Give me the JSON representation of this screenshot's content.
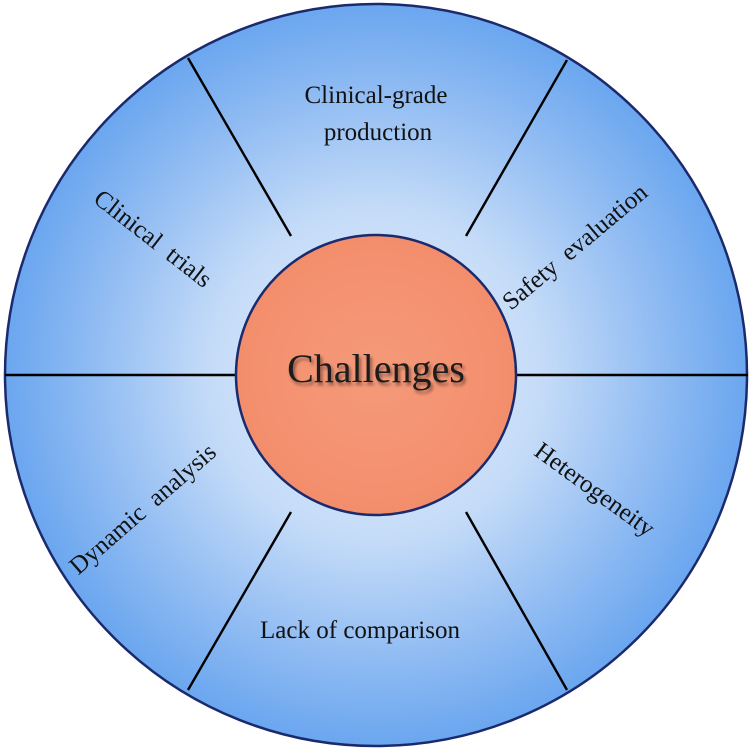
{
  "center": {
    "label": "Challenges"
  },
  "segments": {
    "clinical_grade_production": {
      "line1": "Clinical-grade",
      "line2": "production"
    },
    "safety_evaluation": {
      "label": "Safety  evaluation"
    },
    "heterogeneity": {
      "label": "Heterogeneity"
    },
    "lack_of_comparison": {
      "label": "Lack of comparison"
    },
    "dynamic_analysis": {
      "label": "Dynamic  analysis"
    },
    "clinical_trials": {
      "label": "Clinical  trials"
    }
  },
  "colors": {
    "ring_center": "#dbe9fb",
    "ring_mid": "#9fc5f5",
    "ring_edge": "#5b9ff0",
    "outline": "#1a2a6c",
    "divider": "#000000",
    "center_fill": "#f4906f"
  }
}
